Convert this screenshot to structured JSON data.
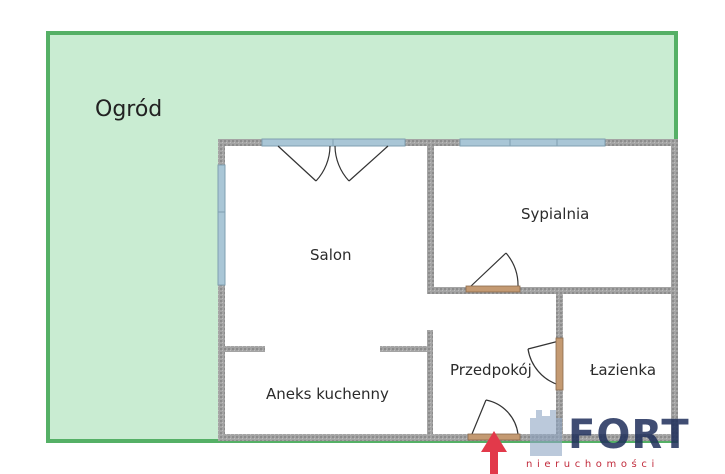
{
  "plan": {
    "garden_label": "Ogród",
    "rooms": [
      {
        "key": "salon",
        "label": "Salon"
      },
      {
        "key": "sypialnia",
        "label": "Sypialnia"
      },
      {
        "key": "aneks",
        "label": "Aneks kuchenny"
      },
      {
        "key": "przedpokoj",
        "label": "Przedpokój"
      },
      {
        "key": "lazienka",
        "label": "Łazienka"
      }
    ]
  },
  "logo": {
    "name": "FORT",
    "tagline": "nieruchomości"
  },
  "colors": {
    "garden_fill": "#c9ecd2",
    "garden_border": "#55b066",
    "wall": "#9a9a9a",
    "door_wood": "#c49a72",
    "window": "#a9c6d6",
    "entrance_arrow": "#e2394a",
    "logo_navy": "#1f2f5b",
    "logo_red": "#c12a3b"
  }
}
